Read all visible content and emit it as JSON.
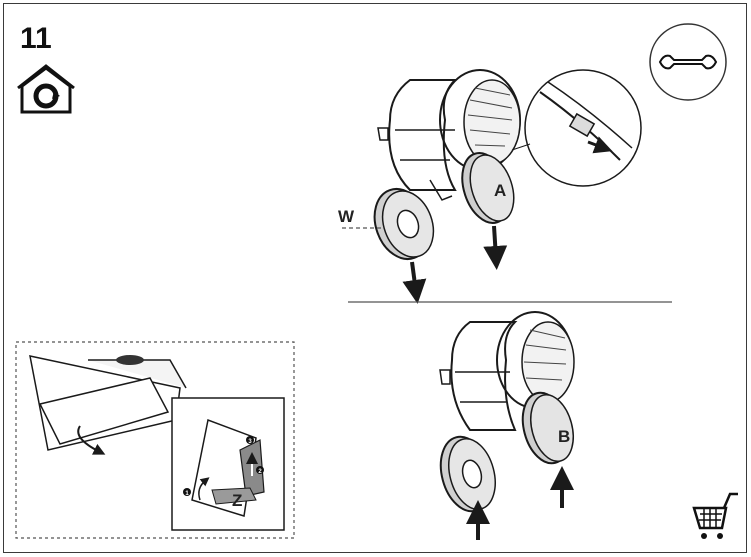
{
  "step": {
    "number": "11"
  },
  "labels": {
    "w": "W",
    "a": "A",
    "b": "B",
    "z": "Z"
  },
  "inset": {
    "steps": [
      "1",
      "2",
      "3"
    ]
  },
  "icons": {
    "house": "house-recirculation-icon",
    "wrench": "wrench-icon",
    "cart": "shopping-cart-icon"
  },
  "colors": {
    "line": "#1a1a1a",
    "filter_fill": "#e2e2e2",
    "filter_shadow": "#c8c8c8",
    "dashed": "#555555"
  }
}
